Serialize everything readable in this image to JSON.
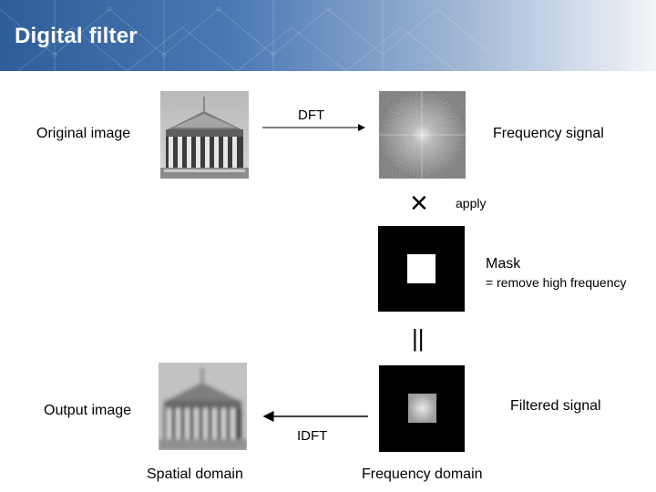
{
  "header": {
    "title": "Digital filter"
  },
  "labels": {
    "original_image": "Original image",
    "dft": "DFT",
    "frequency_signal": "Frequency signal",
    "apply": "apply",
    "mask": "Mask",
    "mask_note": "= remove high frequency",
    "filtered_signal": "Filtered signal",
    "output_image": "Output image",
    "idft": "IDFT",
    "spatial_domain": "Spatial domain",
    "frequency_domain": "Frequency domain"
  },
  "symbols": {
    "multiply": "×",
    "equals": "||"
  },
  "colors": {
    "banner_dark": "#2f5d9a",
    "banner_light": "#f3f5f8",
    "mask_black": "#000000",
    "mask_white": "#ffffff"
  }
}
